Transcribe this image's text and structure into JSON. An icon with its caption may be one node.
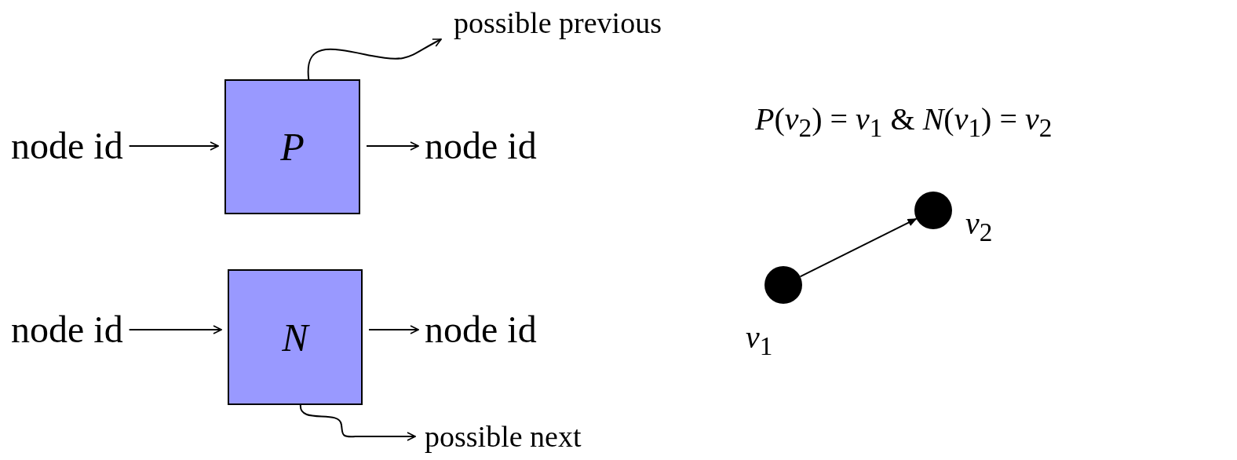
{
  "diagram": {
    "nodes": [
      {
        "text": [
          "node id"
        ]
      },
      {
        "text": [
          "P"
        ]
      },
      {
        "text": [
          "node id"
        ]
      },
      {
        "text": [
          "possible previous"
        ]
      },
      {
        "text": [
          "node id"
        ]
      },
      {
        "text": [
          "N"
        ]
      },
      {
        "text": [
          "node id"
        ]
      },
      {
        "text": [
          "possible next"
        ]
      },
      {
        "text": [],
        "shape": "circle",
        "beside": [
          "*v*$_{1}$"
        ]
      },
      {
        "text": [],
        "shape": "circle",
        "beside": [
          "*v*$_{2}$"
        ]
      }
    ],
    "edges": [
      {
        "from": 0,
        "to": 1,
        "arrow": "to"
      },
      {
        "from": 1,
        "to": 2,
        "arrow": "to"
      },
      {
        "from": 1,
        "to": 3,
        "arrow": "to"
      },
      {
        "from": 4,
        "to": 5,
        "arrow": "to"
      },
      {
        "from": 5,
        "to": 6,
        "arrow": "to"
      },
      {
        "from": 5,
        "to": 7,
        "arrow": "to"
      },
      {
        "from": 8,
        "to": 9,
        "arrow": "to"
      }
    ],
    "labels": [
      "*P*(*v*$_{2}$) = *v*$_{1}$ & *N*(*v*$_{1}$) = *v*$_{2}$"
    ]
  }
}
